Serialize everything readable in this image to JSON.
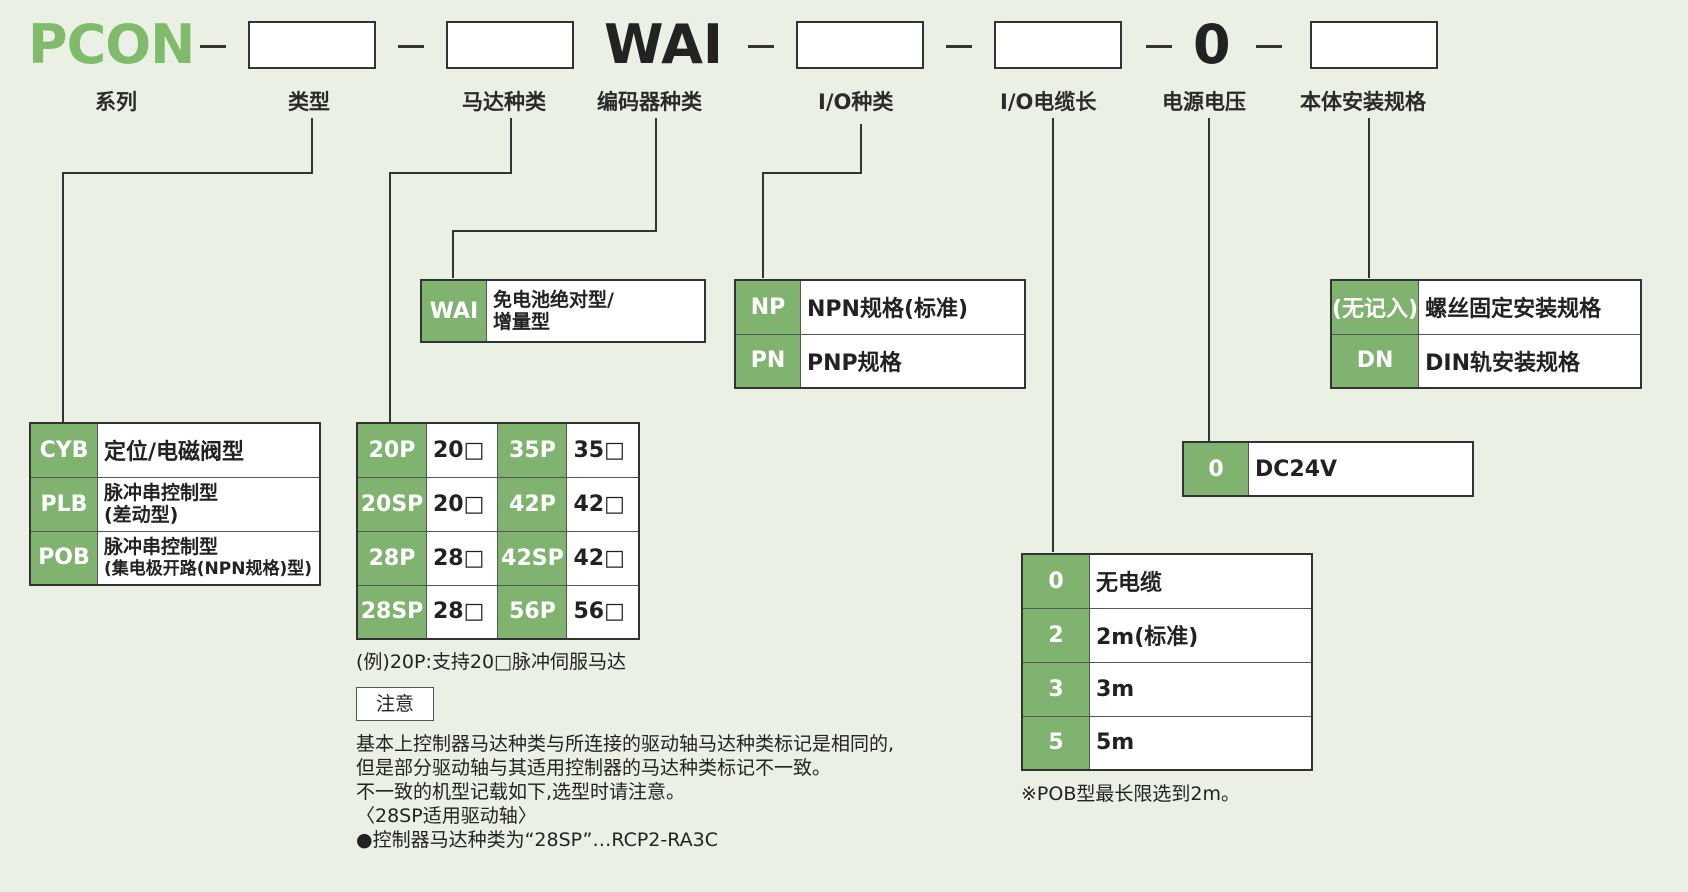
{
  "header": {
    "brand": "PCON",
    "fixed_code": "WAI",
    "zero": "0",
    "labels": [
      "系列",
      "类型",
      "马达种类",
      "编码器种类",
      "I/O种类",
      "I/O电缆长",
      "电源电压",
      "本体安装规格"
    ]
  },
  "type_options": [
    {
      "code": "CYB",
      "desc": "定位/电磁阀型"
    },
    {
      "code": "PLB",
      "desc": "脉冲串控制型",
      "desc2": "(差动型)"
    },
    {
      "code": "POB",
      "desc": "脉冲串控制型",
      "desc2": "(集电极开路(NPN规格)型)"
    }
  ],
  "motor_options": [
    [
      {
        "code": "20P",
        "size": "20□"
      },
      {
        "code": "35P",
        "size": "35□"
      }
    ],
    [
      {
        "code": "20SP",
        "size": "20□"
      },
      {
        "code": "42P",
        "size": "42□"
      }
    ],
    [
      {
        "code": "28P",
        "size": "28□"
      },
      {
        "code": "42SP",
        "size": "42□"
      }
    ],
    [
      {
        "code": "28SP",
        "size": "28□"
      },
      {
        "code": "56P",
        "size": "56□"
      }
    ]
  ],
  "motor_example": "(例)20P:支持20□脉冲伺服马达",
  "encoder_option": {
    "code": "WAI",
    "desc": "免电池绝对型/",
    "desc2": "增量型"
  },
  "io_options": [
    {
      "code": "NP",
      "desc": "NPN规格(标准)"
    },
    {
      "code": "PN",
      "desc": "PNP规格"
    }
  ],
  "cable_options": [
    {
      "code": "0",
      "desc": "无电缆"
    },
    {
      "code": "2",
      "desc": "2m(标准)"
    },
    {
      "code": "3",
      "desc": "3m"
    },
    {
      "code": "5",
      "desc": "5m"
    }
  ],
  "cable_note": "※POB型最长限选到2m。",
  "power_option": {
    "code": "0",
    "desc": "DC24V"
  },
  "mount_options": [
    {
      "code": "(无记入)",
      "desc": "螺丝固定安装规格"
    },
    {
      "code": "DN",
      "desc": "DIN轨安装规格"
    }
  ],
  "note": {
    "title": "注意",
    "lines": [
      "基本上控制器马达种类与所连接的驱动轴马达种类标记是相同的,",
      "但是部分驱动轴与其适用控制器的马达种类标记不一致。",
      "不一致的机型记载如下,选型时请注意。",
      "〈28SP适用驱动轴〉",
      "●控制器马达种类为“28SP”…RCP2-RA3C"
    ]
  }
}
